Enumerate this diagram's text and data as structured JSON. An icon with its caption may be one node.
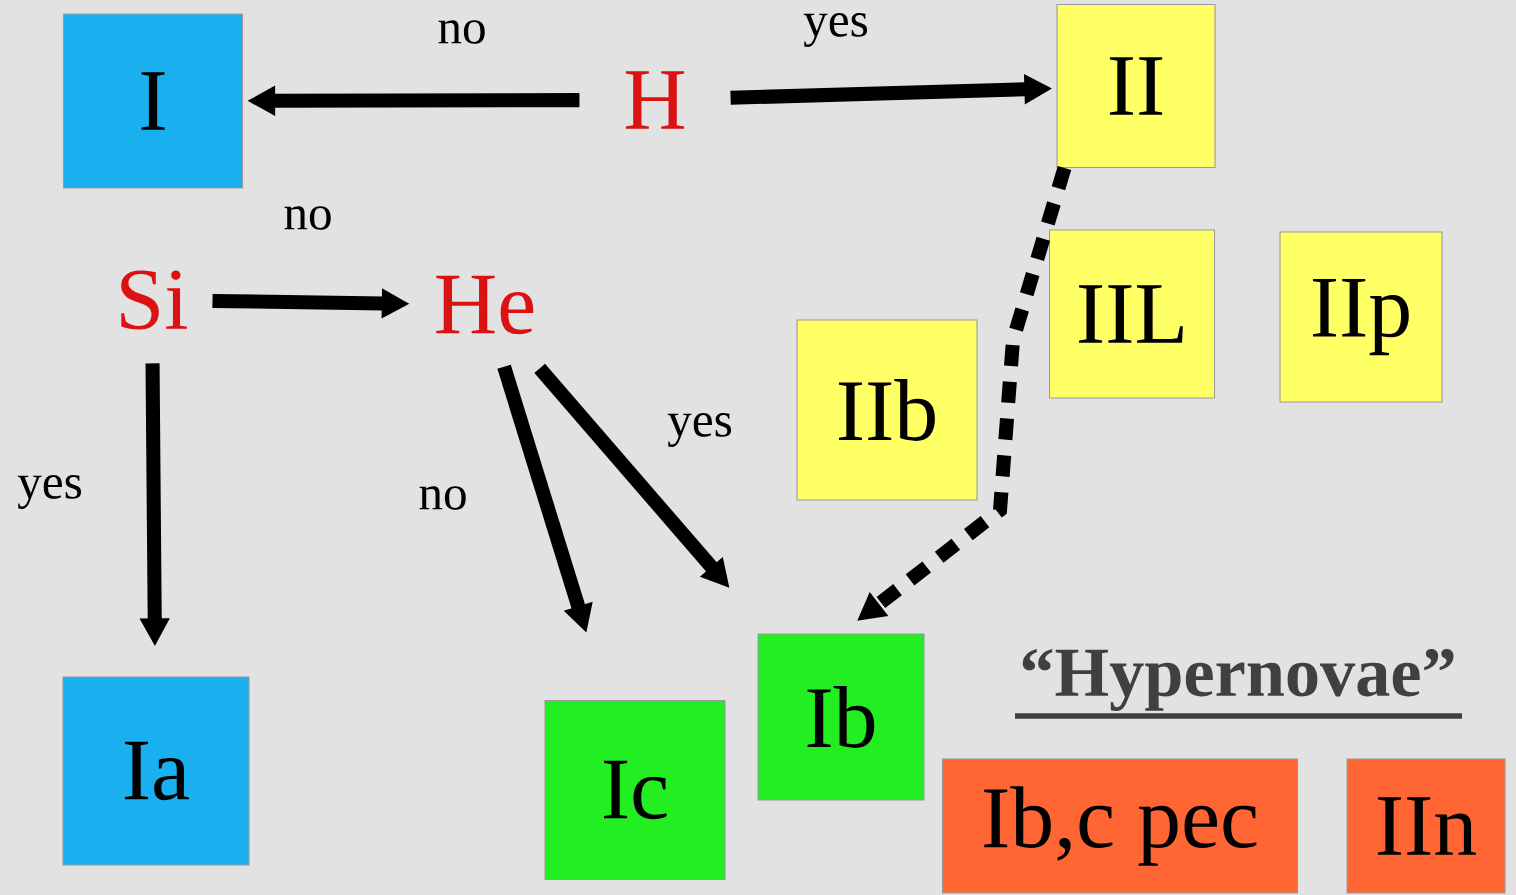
{
  "diagram": {
    "nodes": [
      {
        "text": [
          "I"
        ]
      },
      {
        "text": [
          "H"
        ]
      },
      {
        "text": [
          "II"
        ]
      },
      {
        "text": [
          "Si"
        ]
      },
      {
        "text": [
          "He"
        ]
      },
      {
        "text": [
          "IIL"
        ]
      },
      {
        "text": [
          "IIp"
        ]
      },
      {
        "text": [
          "IIb"
        ]
      },
      {
        "text": [
          "Ia"
        ]
      },
      {
        "text": [
          "Ic"
        ]
      },
      {
        "text": [
          "Ib"
        ]
      },
      {
        "text": [
          "Ib,c pec"
        ]
      },
      {
        "text": [
          "IIn"
        ]
      }
    ],
    "edges": [
      {
        "from": 1,
        "to": 0,
        "arrow": "to",
        "label": "no"
      },
      {
        "from": 1,
        "to": 2,
        "arrow": "to",
        "label": "yes"
      },
      {
        "from": 3,
        "to": 4,
        "arrow": "to",
        "label": "no"
      },
      {
        "from": 3,
        "to": 8,
        "arrow": "to",
        "label": "yes"
      },
      {
        "from": 4,
        "to": 9,
        "arrow": "to",
        "label": "no"
      },
      {
        "from": 4,
        "to": 10,
        "arrow": "to",
        "label": "yes"
      },
      {
        "from": 2,
        "to": 10,
        "arrow": "to",
        "style": "dashed"
      }
    ],
    "labels": [
      "“Hypernovae”"
    ]
  }
}
